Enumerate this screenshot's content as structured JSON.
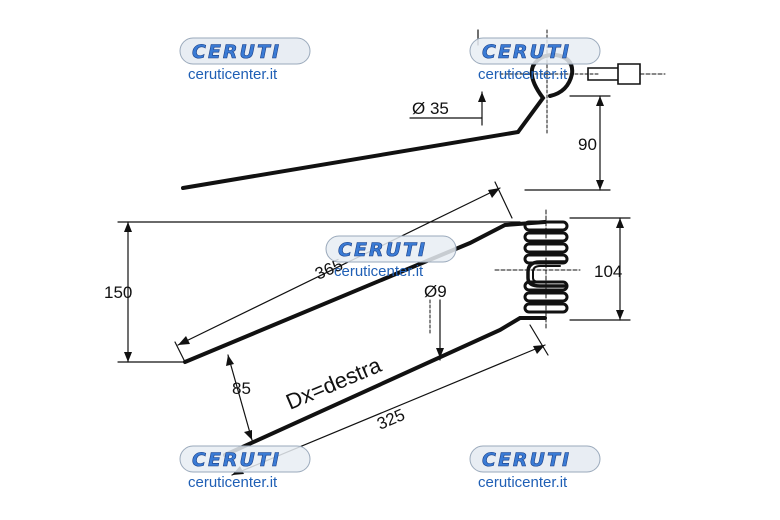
{
  "dimensions": {
    "d35": "Ø 35",
    "d90": "90",
    "d365": "365",
    "d104": "104",
    "d150": "150",
    "d9": "Ø9",
    "d85": "85",
    "d325": "325"
  },
  "side_label": "Dx=destra",
  "watermark": {
    "brand": "CERUTI",
    "site": "ceruticenter.it"
  },
  "colors": {
    "line": "#111111",
    "watermark_fill": "#3a7bd5",
    "watermark_badge": "#e8edf3"
  }
}
